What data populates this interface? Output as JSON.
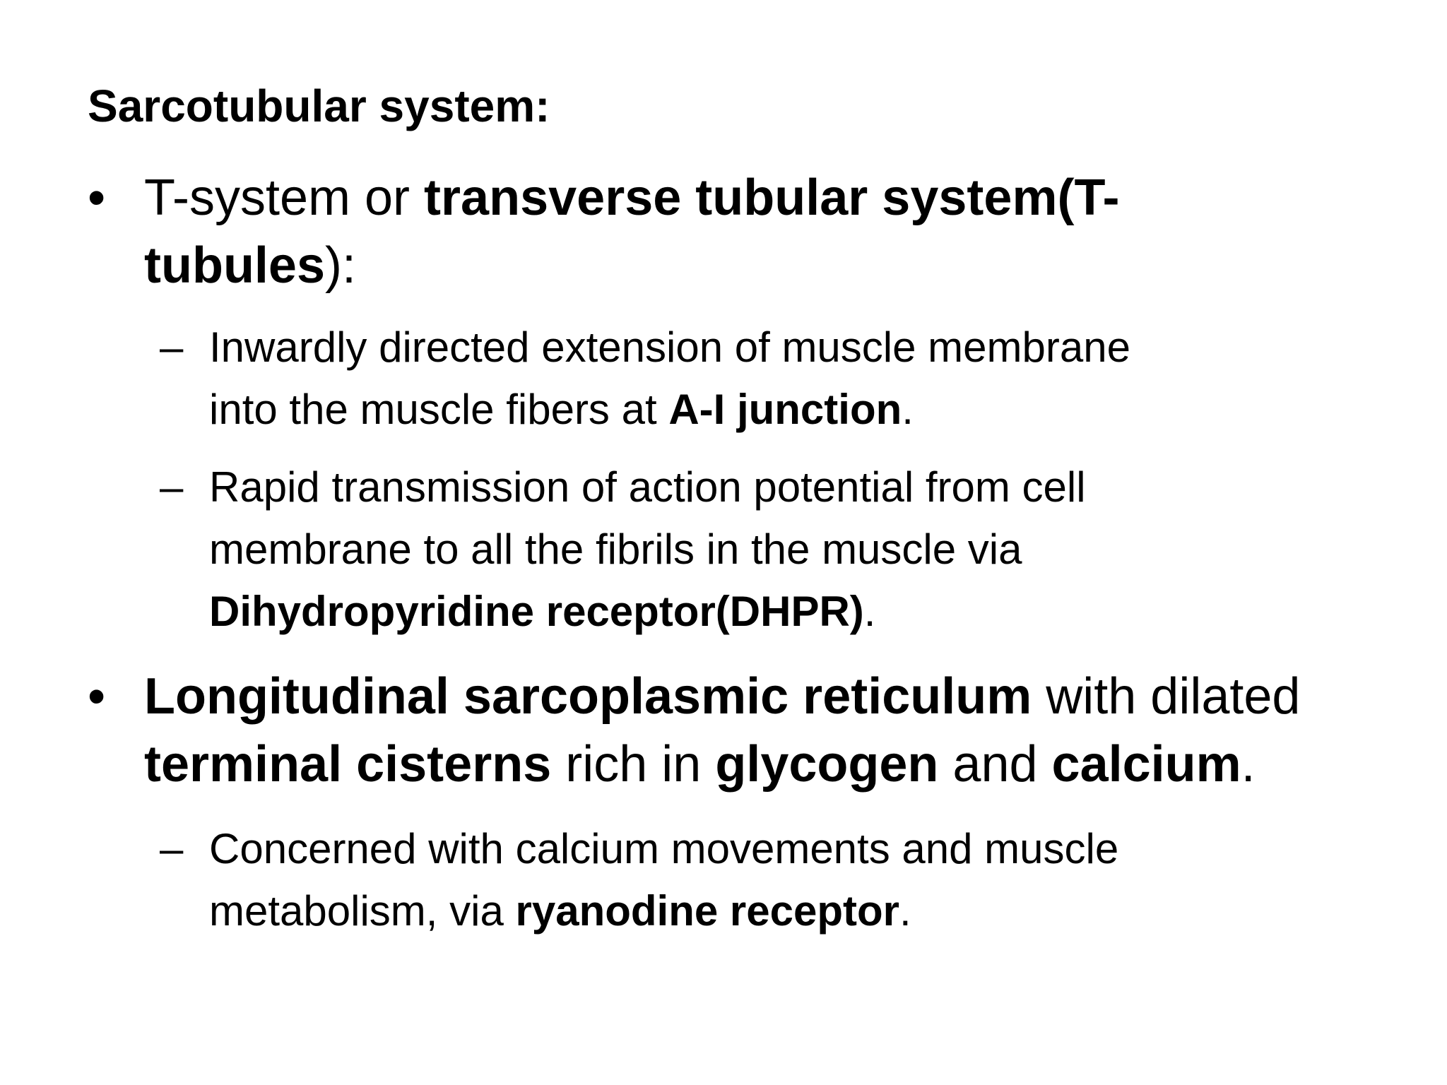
{
  "slide": {
    "title": "Sarcotubular system:",
    "bullet1": {
      "marker": "•",
      "line1_a": "T-system or ",
      "line1_b": "transverse tubular system(T-",
      "line2_a": "tubules",
      "line2_b": "):"
    },
    "sub1": {
      "marker": "–",
      "line1": "Inwardly directed extension of muscle membrane",
      "line2_a": "into the muscle fibers at ",
      "line2_b": "A-I junction",
      "line2_c": "."
    },
    "sub2": {
      "marker": "–",
      "line1": "Rapid transmission of action potential from cell",
      "line2": "membrane to all the fibrils in the muscle via",
      "line3_a": "Dihydropyridine receptor(DHPR)",
      "line3_b": "."
    },
    "bullet2": {
      "marker": "•",
      "line1_a": "Longitudinal sarcoplasmic reticulum",
      "line1_b": " with dilated",
      "line2_a": "terminal cisterns",
      "line2_b": " rich in ",
      "line2_c": "glycogen",
      "line2_d": " and ",
      "line2_e": "calcium",
      "line2_f": "."
    },
    "sub3": {
      "marker": "–",
      "line1": "Concerned with calcium movements and muscle",
      "line2_a": "metabolism, via ",
      "line2_b": "ryanodine receptor",
      "line2_c": "."
    }
  }
}
